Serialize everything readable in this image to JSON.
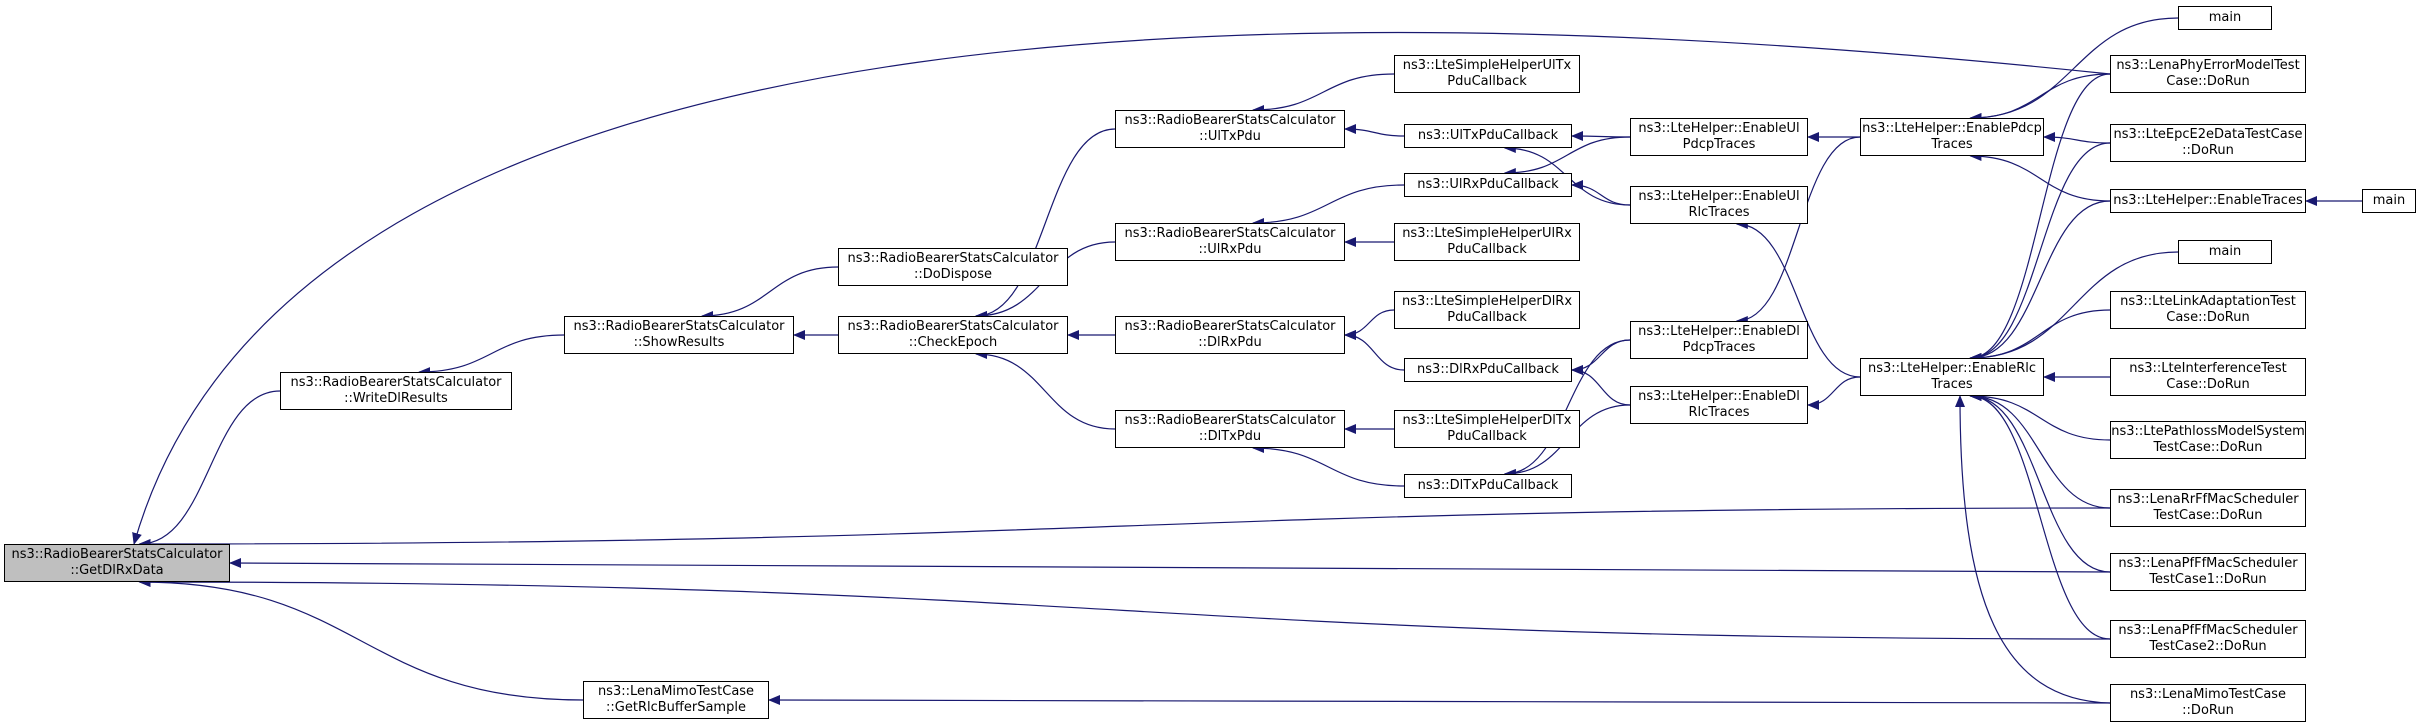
{
  "colors": {
    "edge": "#191970",
    "border": "#000000",
    "root_fill": "#bfbfbf",
    "node_fill": "#ffffff"
  },
  "nodes": [
    {
      "id": "root",
      "lines": [
        "ns3::RadioBearerStatsCalculator",
        "::GetDlRxData"
      ]
    },
    {
      "id": "writedl",
      "lines": [
        "ns3::RadioBearerStatsCalculator",
        "::WriteDlResults"
      ]
    },
    {
      "id": "showres",
      "lines": [
        "ns3::RadioBearerStatsCalculator",
        "::ShowResults"
      ]
    },
    {
      "id": "dodispose",
      "lines": [
        "ns3::RadioBearerStatsCalculator",
        "::DoDispose"
      ]
    },
    {
      "id": "checkepoch",
      "lines": [
        "ns3::RadioBearerStatsCalculator",
        "::CheckEpoch"
      ]
    },
    {
      "id": "ultxpdu",
      "lines": [
        "ns3::RadioBearerStatsCalculator",
        "::UlTxPdu"
      ]
    },
    {
      "id": "ulrxpdu",
      "lines": [
        "ns3::RadioBearerStatsCalculator",
        "::UlRxPdu"
      ]
    },
    {
      "id": "dlrxpdu",
      "lines": [
        "ns3::RadioBearerStatsCalculator",
        "::DlRxPdu"
      ]
    },
    {
      "id": "dltxpdu",
      "lines": [
        "ns3::RadioBearerStatsCalculator",
        "::DlTxPdu"
      ]
    },
    {
      "id": "simple_ultx",
      "lines": [
        "ns3::LteSimpleHelperUlTx",
        "PduCallback"
      ]
    },
    {
      "id": "ultxcb",
      "lines": [
        "ns3::UlTxPduCallback"
      ]
    },
    {
      "id": "ulrxcb",
      "lines": [
        "ns3::UlRxPduCallback"
      ]
    },
    {
      "id": "simple_ulrx",
      "lines": [
        "ns3::LteSimpleHelperUlRx",
        "PduCallback"
      ]
    },
    {
      "id": "simple_dlrx",
      "lines": [
        "ns3::LteSimpleHelperDlRx",
        "PduCallback"
      ]
    },
    {
      "id": "dlrxcb",
      "lines": [
        "ns3::DlRxPduCallback"
      ]
    },
    {
      "id": "simple_dltx",
      "lines": [
        "ns3::LteSimpleHelperDlTx",
        "PduCallback"
      ]
    },
    {
      "id": "dltxcb",
      "lines": [
        "ns3::DlTxPduCallback"
      ]
    },
    {
      "id": "enul_pdcp",
      "lines": [
        "ns3::LteHelper::EnableUl",
        "PdcpTraces"
      ]
    },
    {
      "id": "enul_rlc",
      "lines": [
        "ns3::LteHelper::EnableUl",
        "RlcTraces"
      ]
    },
    {
      "id": "endl_pdcp",
      "lines": [
        "ns3::LteHelper::EnableDl",
        "PdcpTraces"
      ]
    },
    {
      "id": "endl_rlc",
      "lines": [
        "ns3::LteHelper::EnableDl",
        "RlcTraces"
      ]
    },
    {
      "id": "en_pdcp",
      "lines": [
        "ns3::LteHelper::EnablePdcp",
        "Traces"
      ]
    },
    {
      "id": "en_rlc",
      "lines": [
        "ns3::LteHelper::EnableRlc",
        "Traces"
      ]
    },
    {
      "id": "main1",
      "lines": [
        "main"
      ]
    },
    {
      "id": "phyerr",
      "lines": [
        "ns3::LenaPhyErrorModelTest",
        "Case::DoRun"
      ]
    },
    {
      "id": "epce2e",
      "lines": [
        "ns3::LteEpcE2eDataTestCase",
        "::DoRun"
      ]
    },
    {
      "id": "entraces",
      "lines": [
        "ns3::LteHelper::EnableTraces"
      ]
    },
    {
      "id": "main2",
      "lines": [
        "main"
      ]
    },
    {
      "id": "main3",
      "lines": [
        "main"
      ]
    },
    {
      "id": "linkadapt",
      "lines": [
        "ns3::LteLinkAdaptationTest",
        "Case::DoRun"
      ]
    },
    {
      "id": "interf",
      "lines": [
        "ns3::LteInterferenceTest",
        "Case::DoRun"
      ]
    },
    {
      "id": "pathloss",
      "lines": [
        "ns3::LtePathlossModelSystem",
        "TestCase::DoRun"
      ]
    },
    {
      "id": "rrff",
      "lines": [
        "ns3::LenaRrFfMacScheduler",
        "TestCase::DoRun"
      ]
    },
    {
      "id": "pfff1",
      "lines": [
        "ns3::LenaPfFfMacScheduler",
        "TestCase1::DoRun"
      ]
    },
    {
      "id": "pfff2",
      "lines": [
        "ns3::LenaPfFfMacScheduler",
        "TestCase2::DoRun"
      ]
    },
    {
      "id": "mimo_getrlc",
      "lines": [
        "ns3::LenaMimoTestCase",
        "::GetRlcBufferSample"
      ]
    },
    {
      "id": "mimo_dorun",
      "lines": [
        "ns3::LenaMimoTestCase",
        "::DoRun"
      ]
    }
  ],
  "edges": [
    [
      "writedl",
      "root"
    ],
    [
      "showres",
      "writedl"
    ],
    [
      "dodispose",
      "showres"
    ],
    [
      "checkepoch",
      "showres"
    ],
    [
      "ultxpdu",
      "checkepoch"
    ],
    [
      "ulrxpdu",
      "checkepoch"
    ],
    [
      "dlrxpdu",
      "checkepoch"
    ],
    [
      "dltxpdu",
      "checkepoch"
    ],
    [
      "simple_ultx",
      "ultxpdu"
    ],
    [
      "ultxcb",
      "ultxpdu"
    ],
    [
      "ulrxcb",
      "ulrxpdu"
    ],
    [
      "simple_ulrx",
      "ulrxpdu"
    ],
    [
      "simple_dlrx",
      "dlrxpdu"
    ],
    [
      "dlrxcb",
      "dlrxpdu"
    ],
    [
      "simple_dltx",
      "dltxpdu"
    ],
    [
      "dltxcb",
      "dltxpdu"
    ],
    [
      "enul_pdcp",
      "ultxcb"
    ],
    [
      "enul_rlc",
      "ultxcb"
    ],
    [
      "enul_pdcp",
      "ulrxcb"
    ],
    [
      "enul_rlc",
      "ulrxcb"
    ],
    [
      "endl_pdcp",
      "dlrxcb"
    ],
    [
      "endl_rlc",
      "dlrxcb"
    ],
    [
      "endl_pdcp",
      "dltxcb"
    ],
    [
      "endl_rlc",
      "dltxcb"
    ],
    [
      "en_pdcp",
      "enul_pdcp"
    ],
    [
      "en_pdcp",
      "endl_pdcp"
    ],
    [
      "en_rlc",
      "enul_rlc"
    ],
    [
      "en_rlc",
      "endl_rlc"
    ],
    [
      "main1",
      "en_pdcp"
    ],
    [
      "phyerr",
      "en_pdcp"
    ],
    [
      "epce2e",
      "en_pdcp"
    ],
    [
      "entraces",
      "en_pdcp"
    ],
    [
      "main2",
      "entraces"
    ],
    [
      "phyerr",
      "root"
    ],
    [
      "phyerr",
      "en_rlc"
    ],
    [
      "epce2e",
      "en_rlc"
    ],
    [
      "entraces",
      "en_rlc"
    ],
    [
      "main3",
      "en_rlc"
    ],
    [
      "linkadapt",
      "en_rlc"
    ],
    [
      "interf",
      "en_rlc"
    ],
    [
      "pathloss",
      "en_rlc"
    ],
    [
      "rrff",
      "en_rlc"
    ],
    [
      "pfff1",
      "en_rlc"
    ],
    [
      "pfff2",
      "en_rlc"
    ],
    [
      "mimo_dorun",
      "en_rlc"
    ],
    [
      "rrff",
      "root"
    ],
    [
      "pfff1",
      "root"
    ],
    [
      "pfff2",
      "root"
    ],
    [
      "mimo_getrlc",
      "root"
    ],
    [
      "mimo_dorun",
      "mimo_getrlc"
    ]
  ]
}
